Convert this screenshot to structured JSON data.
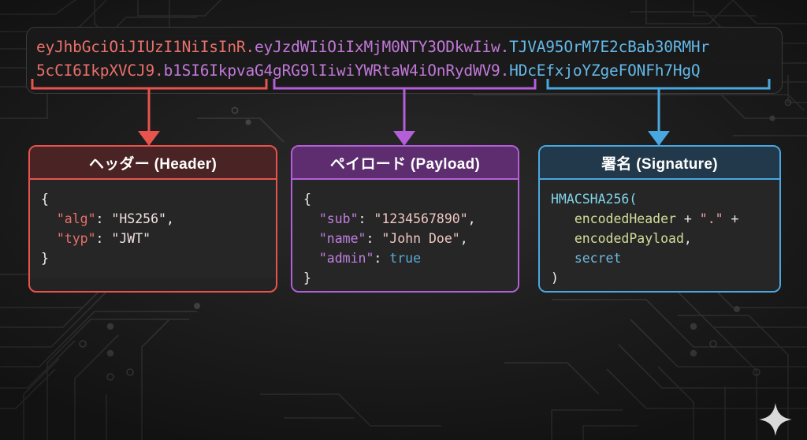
{
  "meta": {
    "diagram_title": "JWT structure diagram",
    "background": "#1e1e1e"
  },
  "colors": {
    "header_accent": "#e8534e",
    "payload_accent": "#b45fd8",
    "signature_accent": "#4aa8e0",
    "panel_bg": "#1a1a1a",
    "box_bg": "#262626"
  },
  "token": {
    "line1": {
      "header": "eyJhbGciOiJIUzI1NiIsInR",
      "dot1": ".",
      "payload": "eyJzdWIiOiIxMjM0NTY3ODkwIiw",
      "dot2": ".",
      "signature": "TJVA95OrM7E2cBab30RMHr"
    },
    "line2": {
      "header": "5cCI6IkpXVCJ9",
      "dot1": ".",
      "payload": "b1SI6IkpvaG4gRG9lIiwiYWRtaW4iOnRydWV9",
      "dot2": ".",
      "signature": "HDcEfxjoYZgeFONFh7HgQ"
    }
  },
  "parts": [
    {
      "id": "header",
      "title": "ヘッダー (Header)",
      "accent": "#e8534e",
      "code_lines": [
        [
          {
            "t": "{",
            "c": "punct-h"
          }
        ],
        [
          {
            "t": "  ",
            "c": "punct-h"
          },
          {
            "t": "\"alg\"",
            "c": "key-h"
          },
          {
            "t": ": ",
            "c": "punct-h"
          },
          {
            "t": "\"HS256\"",
            "c": "str-h"
          },
          {
            "t": ",",
            "c": "punct-h"
          }
        ],
        [
          {
            "t": "  ",
            "c": "punct-h"
          },
          {
            "t": "\"typ\"",
            "c": "key-h"
          },
          {
            "t": ": ",
            "c": "punct-h"
          },
          {
            "t": "\"JWT\"",
            "c": "str-h"
          }
        ],
        [
          {
            "t": "}",
            "c": "punct-h"
          }
        ]
      ]
    },
    {
      "id": "payload",
      "title": "ペイロード (Payload)",
      "accent": "#b45fd8",
      "code_lines": [
        [
          {
            "t": "{",
            "c": "punct-p"
          }
        ],
        [
          {
            "t": "  ",
            "c": "punct-p"
          },
          {
            "t": "\"sub\"",
            "c": "key-p"
          },
          {
            "t": ": ",
            "c": "punct-p"
          },
          {
            "t": "\"1234567890\"",
            "c": "str-p"
          },
          {
            "t": ",",
            "c": "punct-p"
          }
        ],
        [
          {
            "t": "  ",
            "c": "punct-p"
          },
          {
            "t": "\"name\"",
            "c": "key-p"
          },
          {
            "t": ": ",
            "c": "punct-p"
          },
          {
            "t": "\"John Doe\"",
            "c": "str-p"
          },
          {
            "t": ",",
            "c": "punct-p"
          }
        ],
        [
          {
            "t": "  ",
            "c": "punct-p"
          },
          {
            "t": "\"admin\"",
            "c": "key-p"
          },
          {
            "t": ": ",
            "c": "punct-p"
          },
          {
            "t": "true",
            "c": "bool-p"
          }
        ],
        [
          {
            "t": "}",
            "c": "punct-p"
          }
        ]
      ]
    },
    {
      "id": "signature",
      "title": "署名 (Signature)",
      "accent": "#4aa8e0",
      "code_lines": [
        [
          {
            "t": "HMACSHA256",
            "c": "fn-s"
          },
          {
            "t": "(",
            "c": "fn-s"
          }
        ],
        [
          {
            "t": "   ",
            "c": "op-s"
          },
          {
            "t": "encodedHeader",
            "c": "var-s"
          },
          {
            "t": " + ",
            "c": "op-s"
          },
          {
            "t": "\".\"",
            "c": "str-s"
          },
          {
            "t": " +",
            "c": "op-s"
          }
        ],
        [
          {
            "t": "   ",
            "c": "op-s"
          },
          {
            "t": "encodedPayload",
            "c": "var-s"
          },
          {
            "t": ",",
            "c": "op-s"
          }
        ],
        [
          {
            "t": "   ",
            "c": "op-s"
          },
          {
            "t": "secret",
            "c": "secret-s"
          }
        ],
        [
          {
            "t": ")",
            "c": "punct-s"
          }
        ]
      ]
    }
  ],
  "connectors": [
    {
      "name": "header-bracket-arrow",
      "color": "#e8534e"
    },
    {
      "name": "payload-bracket-arrow",
      "color": "#b45fd8"
    },
    {
      "name": "signature-bracket-arrow",
      "color": "#4aa8e0"
    }
  ],
  "decorations": {
    "sparkle": "four-point-star"
  }
}
